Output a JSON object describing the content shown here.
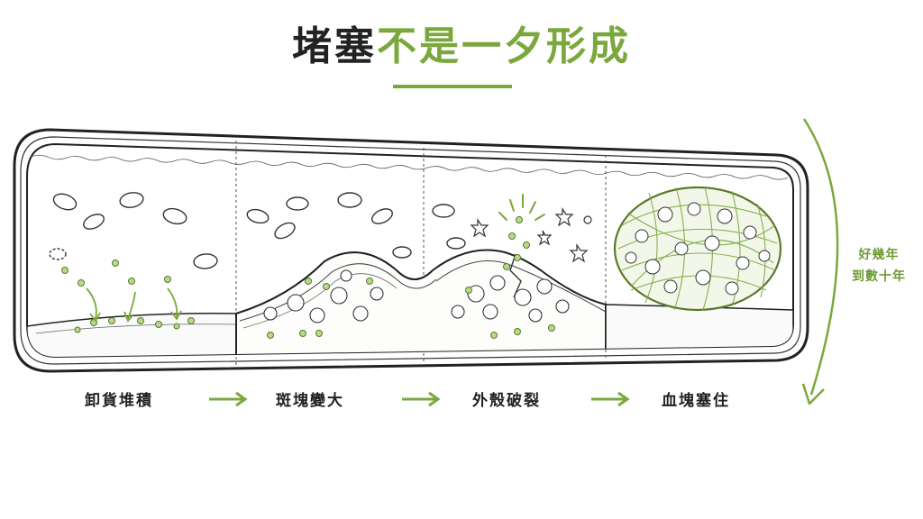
{
  "title": {
    "part1": "堵塞",
    "part2": "不是一夕形成"
  },
  "stages": [
    {
      "label": "卸貨堆積"
    },
    {
      "label": "斑塊變大"
    },
    {
      "label": "外殼破裂"
    },
    {
      "label": "血塊塞住"
    }
  ],
  "timeline": {
    "line1": "好幾年",
    "line2": "到數十年"
  },
  "colors": {
    "accent": "#7aa83c",
    "ink": "#222222"
  }
}
